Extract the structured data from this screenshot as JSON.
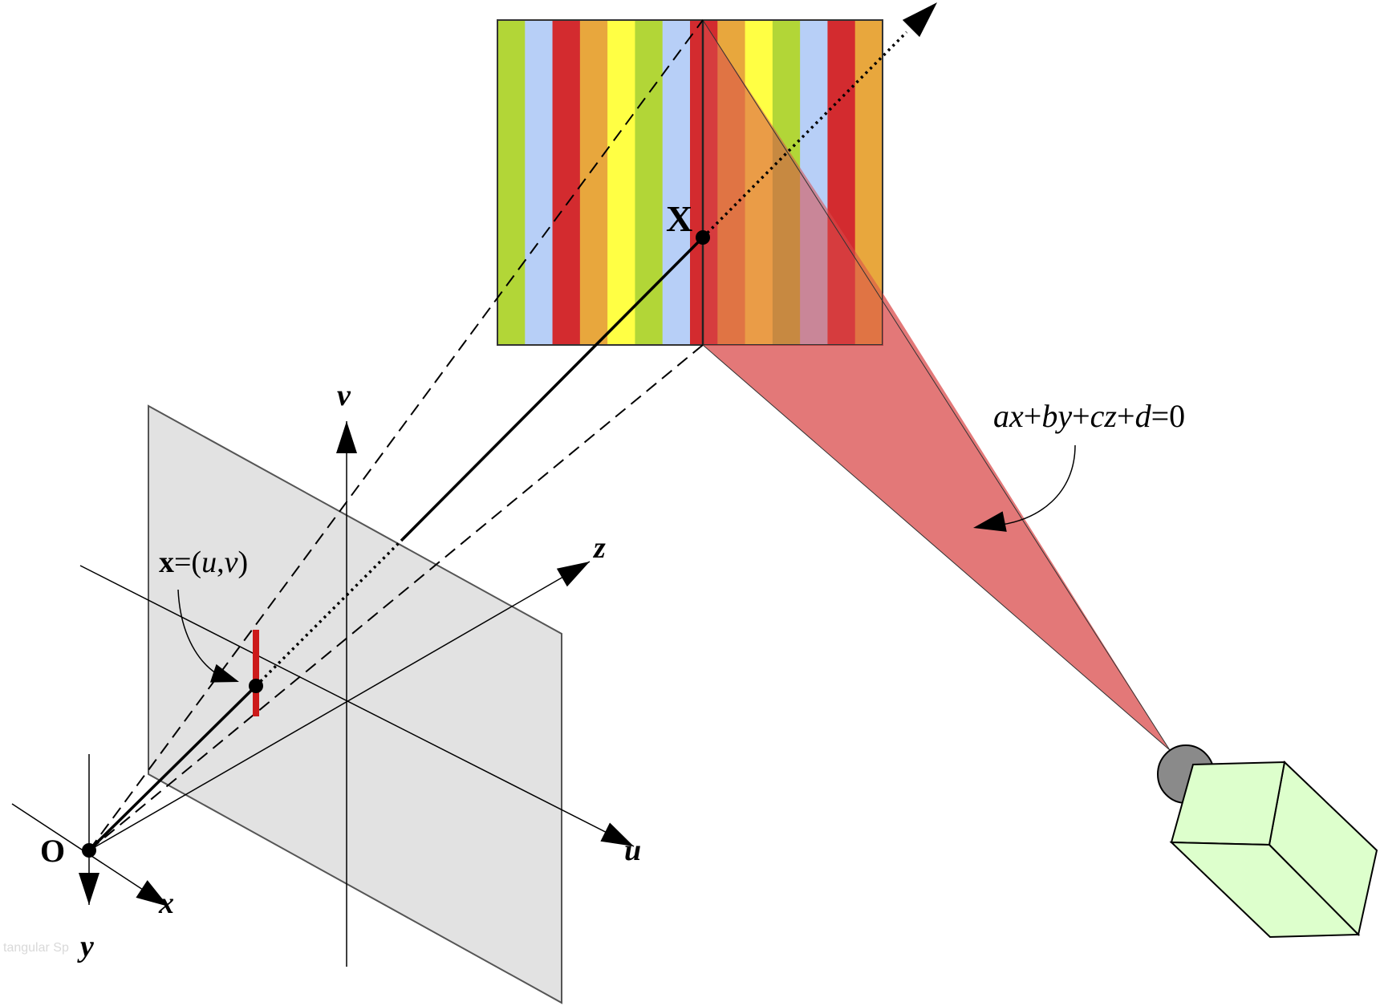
{
  "labels": {
    "point_X": "X",
    "origin_O": "O",
    "axis_v": "v",
    "axis_u": "u",
    "axis_z": "z",
    "axis_x": "x",
    "axis_y": "y",
    "image_point": {
      "bold": "x",
      "eq": "=(",
      "u": "u",
      "comma": ",",
      "v": "v",
      "close": ")"
    },
    "plane_eq": {
      "a": "a",
      "x1": "x",
      "plus1": "+",
      "b": "b",
      "y1": "y",
      "plus2": "+",
      "c": "c",
      "z1": "z",
      "plus3": "+",
      "d": "d",
      "eq0": "=0"
    }
  },
  "watermark": "tangular Sp",
  "stripe_colors": [
    "#b2d637",
    "#b7cff7",
    "#d32b2f",
    "#e8a73d",
    "#ffff44",
    "#b2d637",
    "#b7cff7",
    "#d32b2f",
    "#e8a73d",
    "#ffff44",
    "#b2d637",
    "#b7cff7",
    "#d32b2f",
    "#e8a73d"
  ],
  "colors": {
    "image_plane": "#e2e2e2",
    "light_plane": "#d94b4b",
    "projector_body": "#ddffcc",
    "projector_lens": "#8a8a8a",
    "image_line_segment": "#cc1a1a"
  }
}
